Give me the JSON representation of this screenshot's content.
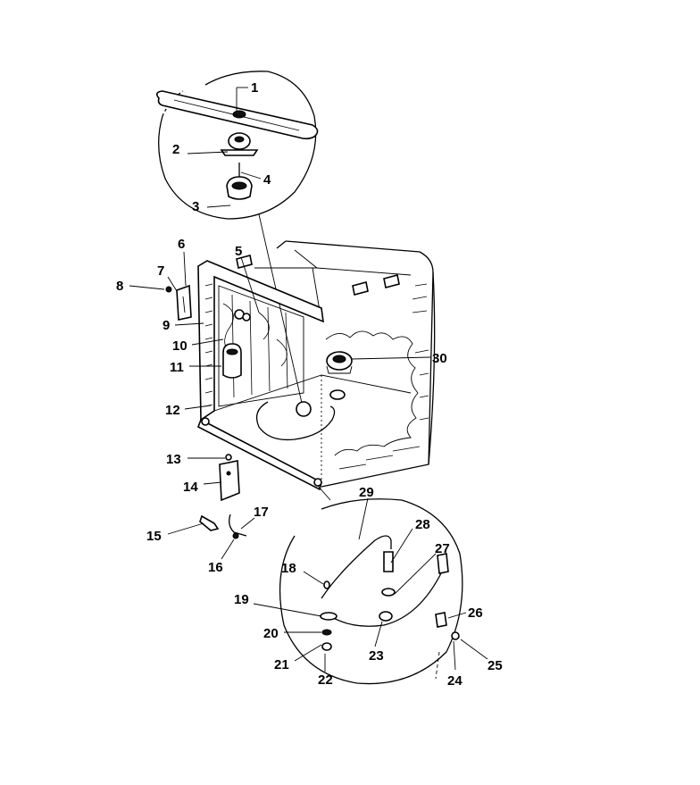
{
  "diagram": {
    "callouts": [
      "1",
      "2",
      "3",
      "4",
      "5",
      "6",
      "7",
      "8",
      "9",
      "10",
      "11",
      "12",
      "13",
      "14",
      "15",
      "16",
      "17",
      "18",
      "19",
      "20",
      "21",
      "22",
      "23",
      "24",
      "25",
      "26",
      "27",
      "28",
      "29",
      "30"
    ]
  }
}
